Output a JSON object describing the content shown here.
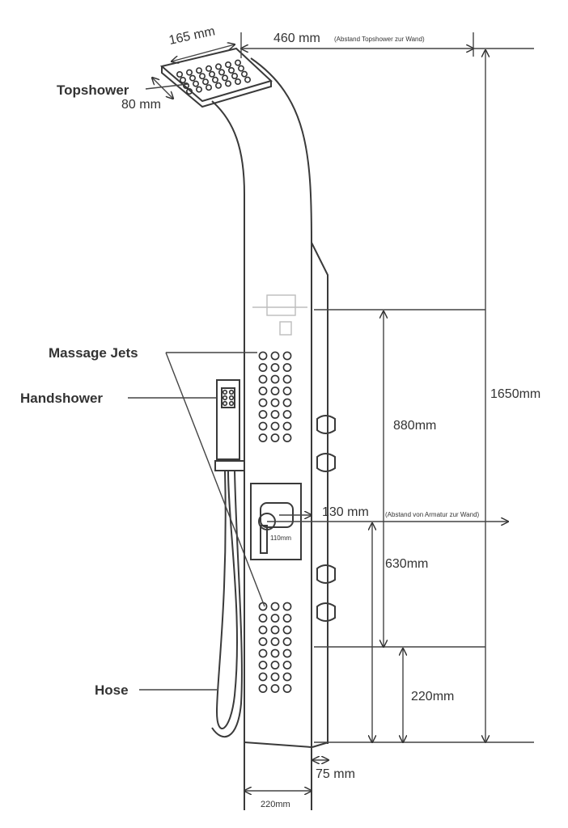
{
  "labels": {
    "topshower": "Topshower",
    "massage_jets": "Massage Jets",
    "handshower": "Handshower",
    "hose": "Hose"
  },
  "dimensions": {
    "head_width": "165 mm",
    "head_depth": "80 mm",
    "top_reach": "460 mm",
    "top_reach_note": "(Abstand Topshower zur Wand)",
    "total_height": "1650mm",
    "h880": "880mm",
    "mixer_reach": "130 mm",
    "mixer_reach_note": "(Abstand von Armatur zur Wand)",
    "h630": "630mm",
    "h220": "220mm",
    "base_depth": "75 mm",
    "panel_width": "220mm",
    "mixer_plate": "110mm"
  }
}
